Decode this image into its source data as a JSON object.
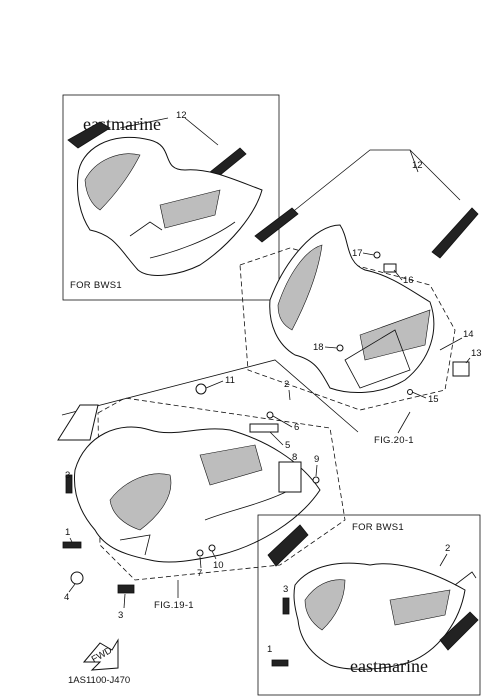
{
  "watermarks": [
    "eastmarine",
    "eastmarine"
  ],
  "insets": [
    {
      "caption": "FOR BWS1",
      "callouts": [
        "12"
      ]
    },
    {
      "caption": "FOR BWS1",
      "callouts": [
        "2",
        "3",
        "1"
      ]
    }
  ],
  "fig20": {
    "caption": "FIG.20-1",
    "callouts": [
      "12",
      "17",
      "16",
      "18",
      "14",
      "13",
      "15"
    ]
  },
  "fig19": {
    "caption": "FIG.19-1",
    "callouts": [
      "11",
      "2",
      "6",
      "5",
      "8",
      "9",
      "7",
      "10",
      "3",
      "1",
      "4",
      "3"
    ]
  },
  "fwd_label": "FWD",
  "footer_code": "1AS1100-J470"
}
